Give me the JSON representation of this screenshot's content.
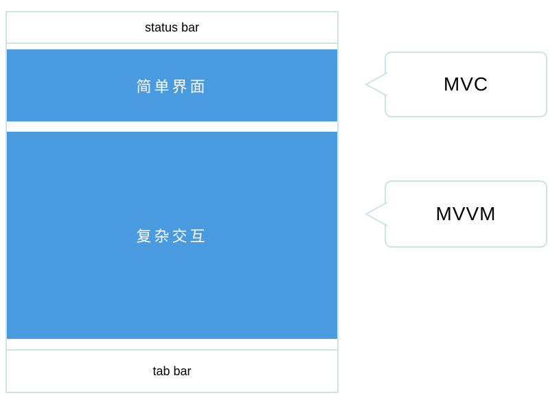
{
  "colors": {
    "blue": "#4A9ADF",
    "border": "#CDE3EA",
    "text_dark": "#000000",
    "text_light": "#FFFFFF",
    "bg": "#FFFFFF"
  },
  "phone": {
    "status_bar_label": "status bar",
    "screens": [
      {
        "label": "简单界面"
      },
      {
        "label": "复杂交互"
      }
    ],
    "tab_bar_label": "tab bar"
  },
  "callouts": [
    {
      "label": "MVC"
    },
    {
      "label": "MVVM"
    }
  ]
}
